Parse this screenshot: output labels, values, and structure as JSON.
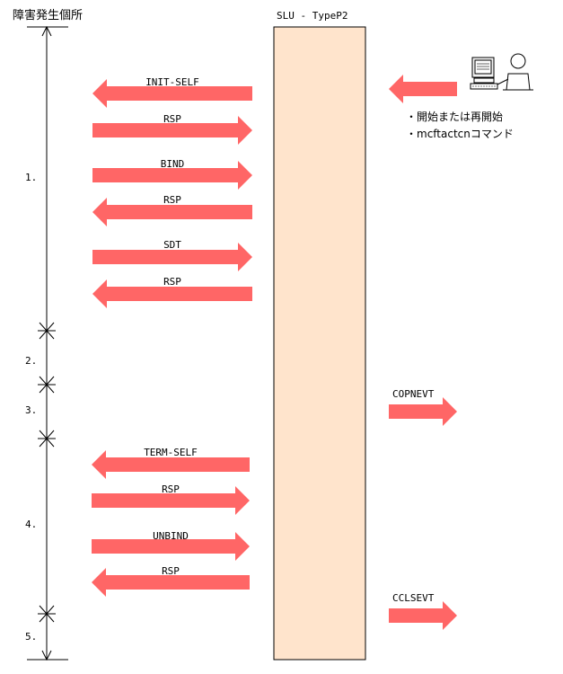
{
  "header": {
    "title": "障害発生個所"
  },
  "lifeline": {
    "label": "SLU - TypeP2"
  },
  "phases": [
    "1.",
    "2.",
    "3.",
    "4.",
    "5."
  ],
  "messages": [
    {
      "label": "INIT-SELF",
      "direction": "left"
    },
    {
      "label": "RSP",
      "direction": "right"
    },
    {
      "label": "BIND",
      "direction": "right"
    },
    {
      "label": "RSP",
      "direction": "left"
    },
    {
      "label": "SDT",
      "direction": "right"
    },
    {
      "label": "RSP",
      "direction": "left"
    },
    {
      "label": "TERM-SELF",
      "direction": "left"
    },
    {
      "label": "RSP",
      "direction": "right"
    },
    {
      "label": "UNBIND",
      "direction": "right"
    },
    {
      "label": "RSP",
      "direction": "left"
    }
  ],
  "operator": {
    "icon": "computer-operator-icon",
    "notes": [
      "・開始または再開始",
      "・mcftactcnコマンド"
    ]
  },
  "events": [
    {
      "label": "COPNEVT"
    },
    {
      "label": "CCLSEVT"
    }
  ],
  "colors": {
    "arrow": "#ff6666",
    "lifeline_fill": "#ffe4cc",
    "line": "#000000"
  }
}
